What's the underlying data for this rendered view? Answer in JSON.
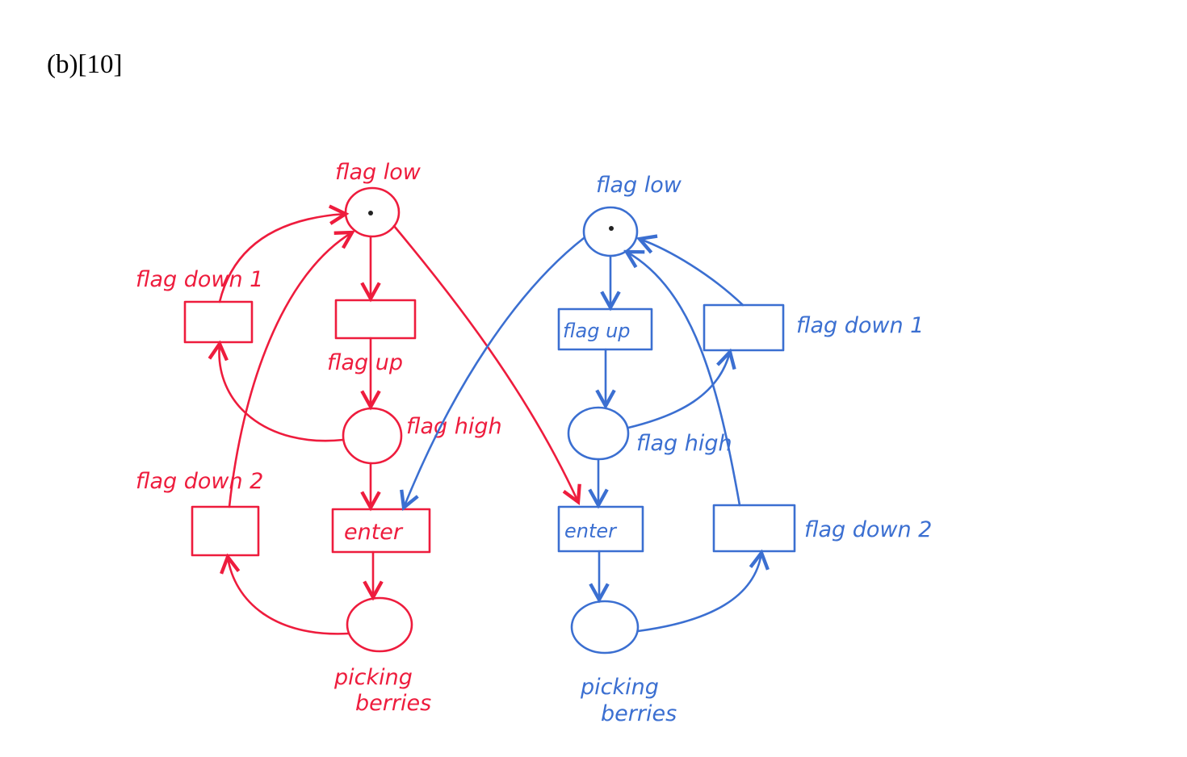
{
  "header": {
    "label": "(b)[10]"
  },
  "colors": {
    "left_net": "#ee1c3d",
    "right_net": "#3b6fd1"
  },
  "left_net": {
    "flag_low": "flag low",
    "flag_up": "flag up",
    "flag_high": "flag high",
    "enter": "enter",
    "flag_down_1": "flag down 1",
    "flag_down_2": "flag down 2",
    "picking_1": "picking",
    "picking_2": "berries"
  },
  "right_net": {
    "flag_low": "flag low",
    "flag_up": "flag up",
    "flag_high": "flag high",
    "enter": "enter",
    "flag_down_1": "flag down 1",
    "flag_down_2": "flag down 2",
    "picking_1": "picking",
    "picking_2": "berries"
  }
}
